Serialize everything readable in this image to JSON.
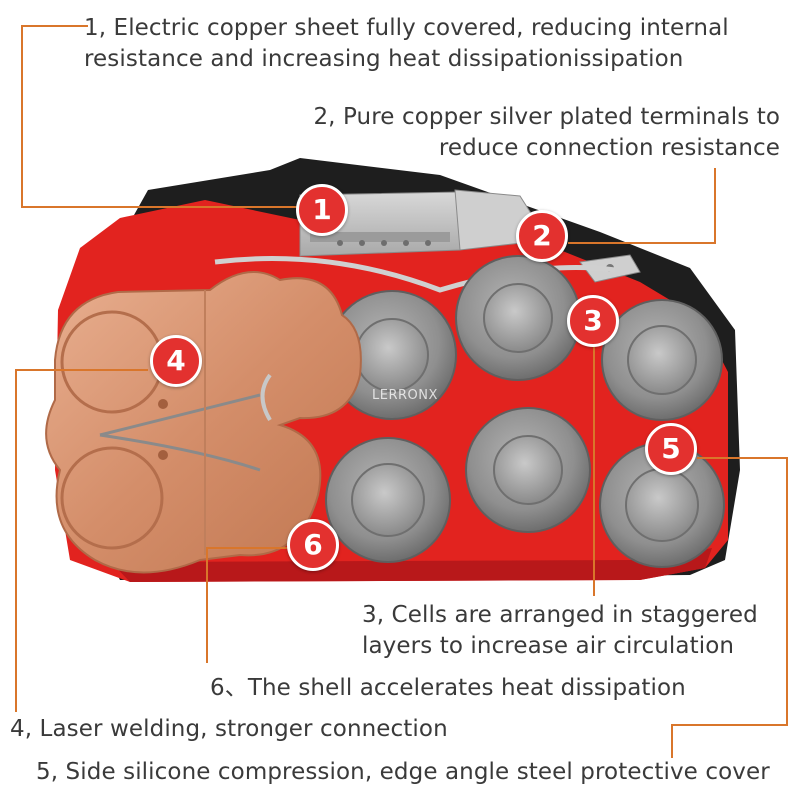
{
  "colors": {
    "leader_line": "#d9762b",
    "badge": "#e3312f",
    "housing": "#e2231f",
    "copper": "#d99471",
    "cell": "#9a9a9a",
    "text": "#3a3a3a"
  },
  "watermark": "LERRONX",
  "callouts": [
    {
      "number": "1",
      "text_lines": [
        "1, Electric copper sheet fully covered, reducing internal",
        "resistance and increasing heat dissipationissipation"
      ]
    },
    {
      "number": "2",
      "text_lines": [
        "2, Pure copper silver plated terminals to",
        "reduce connection resistance"
      ]
    },
    {
      "number": "3",
      "text_lines": [
        "3, Cells are arranged in staggered",
        "layers to increase air circulation"
      ]
    },
    {
      "number": "4",
      "text_lines": [
        "4, Laser welding, stronger connection"
      ]
    },
    {
      "number": "5",
      "text_lines": [
        "5, Side silicone compression, edge angle steel protective cover"
      ]
    },
    {
      "number": "6",
      "text_lines": [
        "6、The shell accelerates heat dissipation"
      ]
    }
  ]
}
